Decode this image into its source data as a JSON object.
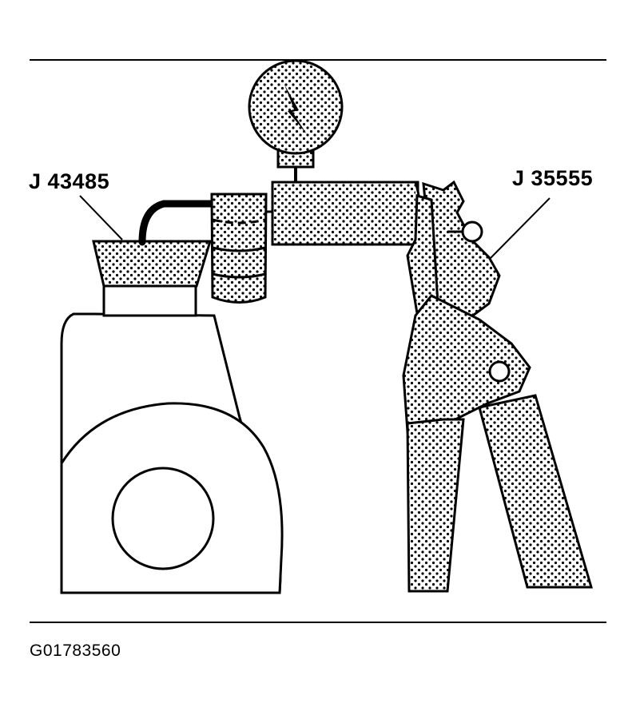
{
  "labels": {
    "left_tool": "J 43485",
    "right_tool": "J 35555"
  },
  "figure_id": "G01783560",
  "colors": {
    "ink": "#000000",
    "paper": "#ffffff"
  },
  "icons": [
    "vacuum-gauge-icon",
    "pliers-icon"
  ]
}
